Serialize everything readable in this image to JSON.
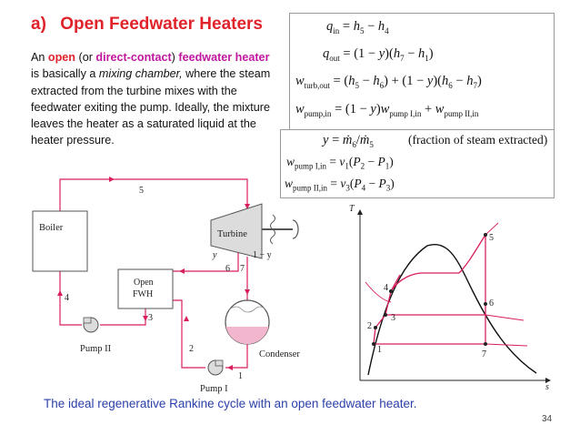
{
  "slide": {
    "title_number": "a)",
    "title_text": "Open Feedwater Heaters",
    "intro": {
      "p1": "An ",
      "open": "open",
      "p2": " (or ",
      "direct": "direct-contact",
      "p3": ") ",
      "feedwater_heater": "feedwater heater",
      "p4": " is basically a ",
      "mixing": "mixing chamber,",
      "p5": " where the steam extracted from the turbine mixes with the feedwater exiting the pump. Ideally, the mixture leaves the heater as a saturated liquid at the heater pressure."
    },
    "caption": "The ideal regenerative Rankine cycle with an open feedwater heater.",
    "page_number": "34"
  },
  "equations": {
    "q_in": "q_in = h5 − h4",
    "q_out": "q_out = (1 − y)(h7 − h1)",
    "w_turb_out": "w_turb,out = (h5 − h6) + (1 − y)(h6 − h7)",
    "w_pump_in": "w_pump,in = (1 − y)w_pump I,in + w_pump II,in",
    "y": "y = ṁ6/ṁ5",
    "y_note": "(fraction of steam extracted)",
    "w_pump_I": "w_pump I,in = v1(P2 − P1)",
    "w_pump_II": "w_pump II,in = v3(P4 − P3)"
  },
  "schematic": {
    "boiler": "Boiler",
    "turbine": "Turbine",
    "fwh_line1": "Open",
    "fwh_line2": "FWH",
    "condenser": "Condenser",
    "pump1": "Pump I",
    "pump2": "Pump II",
    "state_labels": [
      "1",
      "2",
      "3",
      "4",
      "5",
      "6",
      "7"
    ],
    "y_label": "y",
    "one_minus_y": "1 − y"
  },
  "ts_diagram": {
    "y_axis": "T",
    "x_axis": "s",
    "state_labels": [
      "1",
      "2",
      "3",
      "4",
      "5",
      "6",
      "7"
    ]
  },
  "colors": {
    "title": "#e0232b",
    "keyword_magenta": "#c0179e",
    "caption": "#2c3fa8",
    "process_line": "#d81e5b",
    "condensate_fill": "#f3b6cf"
  }
}
